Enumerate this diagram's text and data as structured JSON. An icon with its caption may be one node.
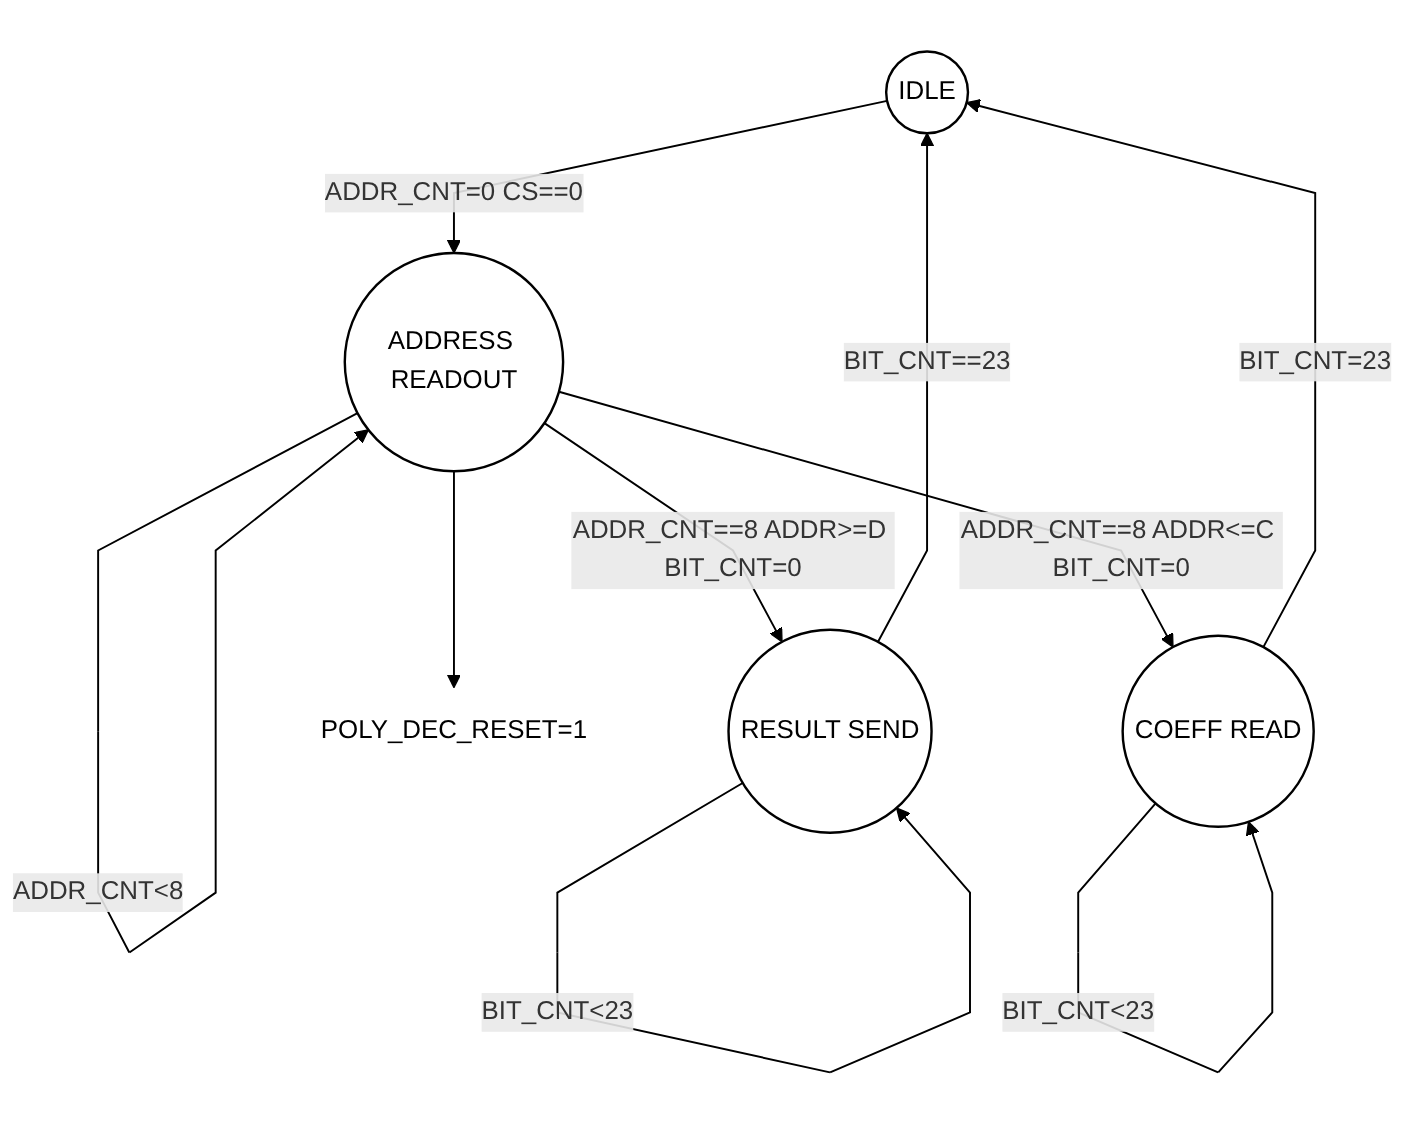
{
  "diagram": {
    "nodes": [
      {
        "text": [
          "IDLE"
        ]
      },
      {
        "text": [
          "ADDRESS READOUT"
        ]
      },
      {
        "text": [
          "RESULT SEND"
        ]
      },
      {
        "text": [
          "COEFF READ"
        ]
      },
      {
        "text": [
          "POLY_DEC_RESET=1"
        ]
      }
    ],
    "edges": [
      {
        "from": 0,
        "to": 1,
        "arrow": "to",
        "label": "ADDR_CNT=0 CS==0"
      },
      {
        "from": 1,
        "to": 1,
        "arrow": "to",
        "label": "ADDR_CNT<8"
      },
      {
        "from": 1,
        "to": 2,
        "arrow": "to",
        "label": "ADDR_CNT==8 ADDR>=D BIT_CNT=0"
      },
      {
        "from": 2,
        "to": 0,
        "arrow": "to",
        "label": "BIT_CNT==23"
      },
      {
        "from": 2,
        "to": 2,
        "arrow": "to",
        "label": "BIT_CNT<23"
      },
      {
        "from": 1,
        "to": 3,
        "arrow": "to",
        "label": "ADDR_CNT==8 ADDR<=C BIT_CNT=0"
      },
      {
        "from": 1,
        "to": 4,
        "arrow": "to"
      },
      {
        "from": 3,
        "to": 0,
        "arrow": "to",
        "label": "BIT_CNT=23"
      },
      {
        "from": 3,
        "to": 3,
        "arrow": "to",
        "label": "BIT_CNT<23"
      }
    ]
  }
}
